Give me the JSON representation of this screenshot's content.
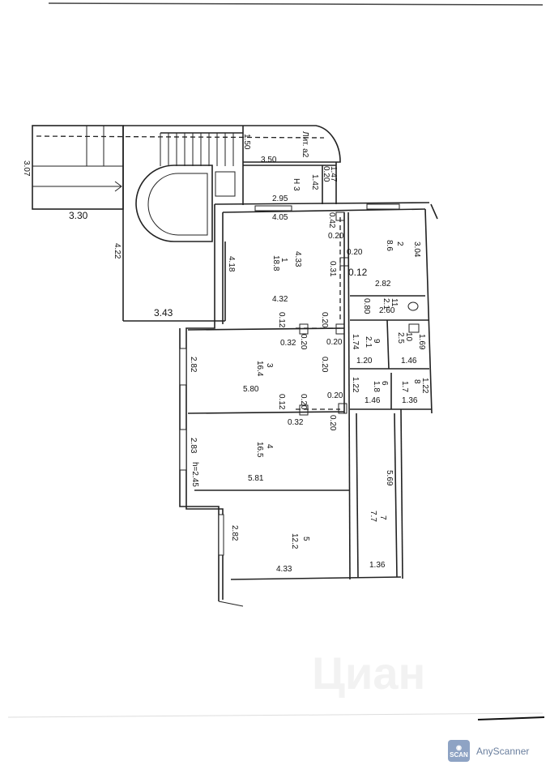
{
  "watermark": "Циан",
  "scanner": {
    "logo_text": "SCAN",
    "name": "AnyScanner"
  },
  "stair": {
    "width": "3.07",
    "length": "3.30",
    "landing_height": "4.22",
    "landing_width": "3.43",
    "flight": "1.50",
    "label": "Лит. а2"
  },
  "room_h3": {
    "label": "Н 3",
    "dim_a": "3.50",
    "dim_b": "1.42",
    "dim_c": "0.20",
    "dim_d": "1.47",
    "dim_e": "2.95"
  },
  "rooms": {
    "r1": {
      "num": "1",
      "area": "18.8",
      "w": "4.05",
      "h": "4.33",
      "l": "4.18",
      "b": "4.32"
    },
    "r2": {
      "num": "2",
      "area": "8.6",
      "h": "3.04",
      "b": "2.82"
    },
    "r3": {
      "num": "3",
      "area": "16.4",
      "h": "2.82",
      "b": "5.80"
    },
    "r4": {
      "num": "4",
      "area": "16.5",
      "h": "2.83",
      "ceil": "h=2.45",
      "b": "5.81"
    },
    "r5": {
      "num": "5",
      "area": "12.2",
      "h": "2.82",
      "b": "4.33"
    },
    "r6": {
      "num": "6",
      "area": "1.8",
      "h": "1.22",
      "b": "1.46"
    },
    "r7": {
      "num": "7",
      "area": "7.7",
      "h": "5.69",
      "b": "1.36"
    },
    "r8": {
      "num": "8",
      "area": "1.7",
      "h": "1.22",
      "b": "1.36"
    },
    "r9": {
      "num": "9",
      "area": "2.1",
      "h": "1.74",
      "b": "1.20"
    },
    "r10": {
      "num": "10",
      "area": "2.5",
      "h": "1.69",
      "b": "1.46"
    },
    "r11": {
      "num": "11",
      "area": "2.1",
      "h": "0.80",
      "b": "2.60"
    }
  },
  "wall_dims": {
    "a": "0.42",
    "b": "0.20",
    "c": "0.20",
    "d": "0.31",
    "e": "0.12",
    "f": "0.12",
    "g": "0.20",
    "h": "0.32",
    "i": "0.20",
    "j": "0.20",
    "k": "0.12",
    "l": "0.20",
    "m": "0.32",
    "n": "0.20",
    "o": "0.20",
    "p": "0.20"
  }
}
